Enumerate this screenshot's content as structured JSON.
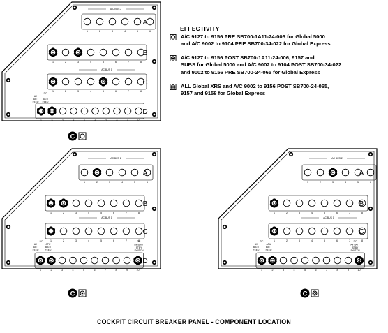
{
  "effectivity": {
    "title": "EFFECTIVITY",
    "items": [
      {
        "symbol": "effectivity-symbol-a",
        "lines": [
          "A/C 9127 to 9156 PRE SB700-1A11-24-006 for Global 5000",
          "and A/C 9002 to 9104 PRE SB700-34-022 for Global Express"
        ]
      },
      {
        "symbol": "effectivity-symbol-b",
        "lines": [
          "A/C 9127 to 9156 POST SB700-1A11-24-006, 9157 and",
          "SUBS for Global 5000  and A/C 9002 to 9104 POST SB700-34-022",
          "and 9002 to 9156 PRE SB700-24-065 for Global Express"
        ]
      },
      {
        "symbol": "effectivity-symbol-c",
        "lines": [
          "ALL Global XRS and A/C 9002 to 9156 POST SB700-24-065,",
          "9157 and 9158 for Global Express"
        ]
      }
    ]
  },
  "panels": [
    {
      "id": "panel-1",
      "bus_a_label": "A/C BUS 2",
      "bus_c_label": "AC BUS 1",
      "row_letters": [
        "A",
        "B",
        "C",
        "D"
      ],
      "row_a_numbers": [
        "1",
        "2",
        "3",
        "4",
        "5",
        "6"
      ],
      "row_b_numbers": [
        "1",
        "2",
        "3",
        "4",
        "5",
        "6",
        "7",
        "8"
      ],
      "row_c_numbers": [
        "1",
        "2",
        "3",
        "4",
        "5",
        "6",
        "7",
        "8"
      ],
      "row_d_numbers": [
        "1",
        "2",
        "3",
        "4",
        "5",
        "6",
        "7",
        "8",
        "9",
        "10"
      ],
      "side_labels": [
        "DC",
        "AV",
        "BATT",
        "FEED",
        "BATT",
        "FEED"
      ],
      "right_labels": []
    },
    {
      "id": "panel-2",
      "bus_a_label": "AC BUS 2",
      "bus_c_label": "AC BUS 1",
      "row_letters": [
        "A",
        "B",
        "C",
        "D"
      ],
      "row_a_numbers": [
        "1",
        "2",
        "3",
        "4",
        "5",
        "6"
      ],
      "row_b_numbers": [
        "1",
        "2",
        "3",
        "4",
        "5",
        "6",
        "7",
        "8"
      ],
      "row_c_numbers": [
        "1",
        "2",
        "3",
        "4",
        "5",
        "6",
        "7",
        "8"
      ],
      "row_d_numbers": [
        "1",
        "2",
        "3",
        "4",
        "5",
        "6",
        "7",
        "8",
        "9",
        "10"
      ],
      "side_labels": [
        "DC",
        "AV",
        "BATT",
        "FEED",
        "APU",
        "BATT",
        "FEED"
      ],
      "right_labels": [
        "DC",
        "AV BATT",
        "STBY",
        "SWITCH"
      ]
    },
    {
      "id": "panel-3",
      "bus_a_label": "AC BUS 2",
      "bus_c_label": "AC BUS 1",
      "row_letters": [
        "A",
        "B",
        "C",
        "D"
      ],
      "row_a_numbers": [
        "1",
        "2",
        "3",
        "4",
        "5",
        "6"
      ],
      "row_b_numbers": [
        "1",
        "2",
        "3",
        "4",
        "5",
        "6",
        "7",
        "8"
      ],
      "row_c_numbers": [
        "1",
        "2",
        "3",
        "4",
        "5",
        "6",
        "7",
        "8"
      ],
      "row_d_numbers": [
        "1",
        "2",
        "3",
        "4",
        "5",
        "6",
        "7",
        "8",
        "9",
        "10"
      ],
      "side_labels": [
        "DC",
        "AV",
        "BATT",
        "FEED",
        "APU",
        "BATT",
        "FEED"
      ],
      "right_labels": [
        "DC",
        "AV BATT",
        "STBY",
        "SWITCH"
      ]
    }
  ],
  "caption": "COCKPIT CIRCUIT BREAKER PANEL - COMPONENT LOCATION"
}
